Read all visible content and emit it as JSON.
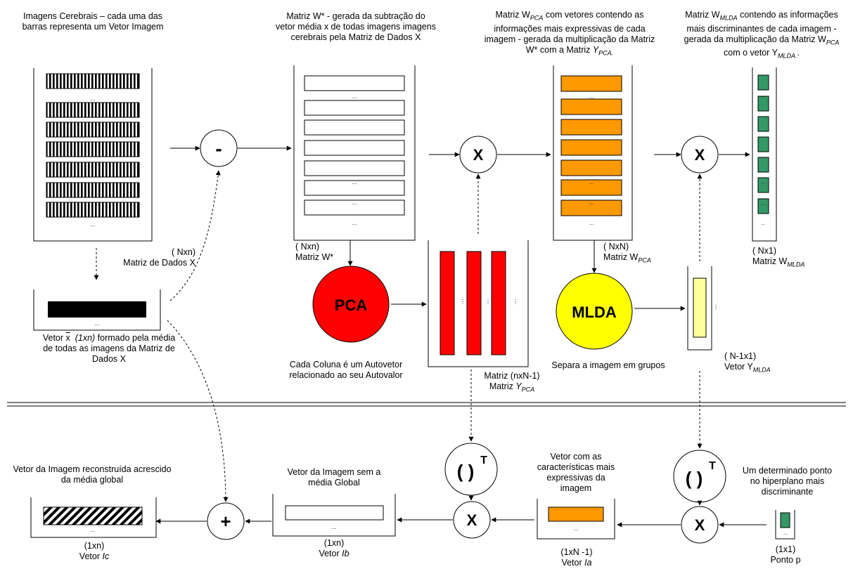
{
  "top_captions": {
    "brain_images": "Imagens Cerebrais – cada uma das barras representa um Vetor Imagem",
    "w_star": "Matriz W* - gerada da subtração do vetor média x  de todas imagens imagens cerebrais pela Matriz de Dados X",
    "w_pca_prefix": "Matriz W",
    "w_pca_sub": "PCA",
    "w_pca_mid": " com vetores contendo as informações mais expressivas de cada imagem - gerada da multiplicação da Matriz W* com a Matriz ",
    "w_pca_y": "Y",
    "w_pca_ysub": "PCA.",
    "w_mlda_prefix": "Matriz W",
    "w_mlda_sub": "MLDA",
    "w_mlda_mid": " contendo as informações mais discriminantes de cada imagem - gerada da multiplicação da Matriz W",
    "w_mlda_sub2": "PCA",
    "w_mlda_end": " com o vetor  Y",
    "w_mlda_ysub": "MLDA.",
    "w_mlda_tail": "."
  },
  "dims": {
    "data_dim": "( Nxn)",
    "data_name": "Matriz de Dados X",
    "wstar_dim": "( Nxn)",
    "wstar_name": "Matriz W*",
    "wpca_dim": "( NxN)",
    "wpca_name": "Matriz W",
    "wpca_sub": "PCA",
    "wmlda_dim": "( Nx1)",
    "wmlda_name": "Matriz W",
    "wmlda_sub": "MLDA",
    "ypca_dim": "Matriz (nxN-1)",
    "ypca_name": "Matriz ",
    "ypca_y": "Y",
    "ypca_sub": "PCA",
    "ymlda_dim": "( N-1x1)",
    "ymlda_name": "Vetor Y",
    "ymlda_sub": "MLDA"
  },
  "mean_vector": {
    "caption_prefix": "Vetor ",
    "xbar": "x",
    "caption_dim": "(1xn)",
    "caption_rest": " formado pela média de todas as imagens da Matriz de Dados X"
  },
  "pca": {
    "label": "PCA",
    "color": "#ff0000",
    "caption": "Cada Coluna é um Autovetor relacionado ao seu Autovalor"
  },
  "mlda": {
    "label": "MLDA",
    "color": "#ffff00",
    "caption": "Separa a imagem em grupos"
  },
  "operators": {
    "minus": "-",
    "times": "X",
    "plus": "+",
    "transpose": "( )",
    "transpose_sup": "T"
  },
  "ellipsis": "...",
  "bottom": {
    "vc_caption": "Vetor da Imagem reconstruída acrescido da média global",
    "vc_dim": "(1xn)",
    "vc_name": "Vetor ",
    "vc_var": "Ic",
    "vb_caption": "Vetor da Imagem sem a média Global",
    "vb_dim": "(1xn)",
    "vb_name": "Vetor ",
    "vb_var": "Ib",
    "va_caption": "Vetor com as características mais expressivas da imagem",
    "va_dim": "(1xN -1)",
    "va_name": "Vetor ",
    "va_var": "Ia",
    "p_caption": "Um determinado ponto no hiperplano mais discriminante",
    "p_dim": "(1x1)",
    "p_name": "Ponto p"
  },
  "colors": {
    "orange": "#ff9900",
    "green": "#339966",
    "light_yellow": "#ffff99",
    "red": "#ff0000"
  }
}
